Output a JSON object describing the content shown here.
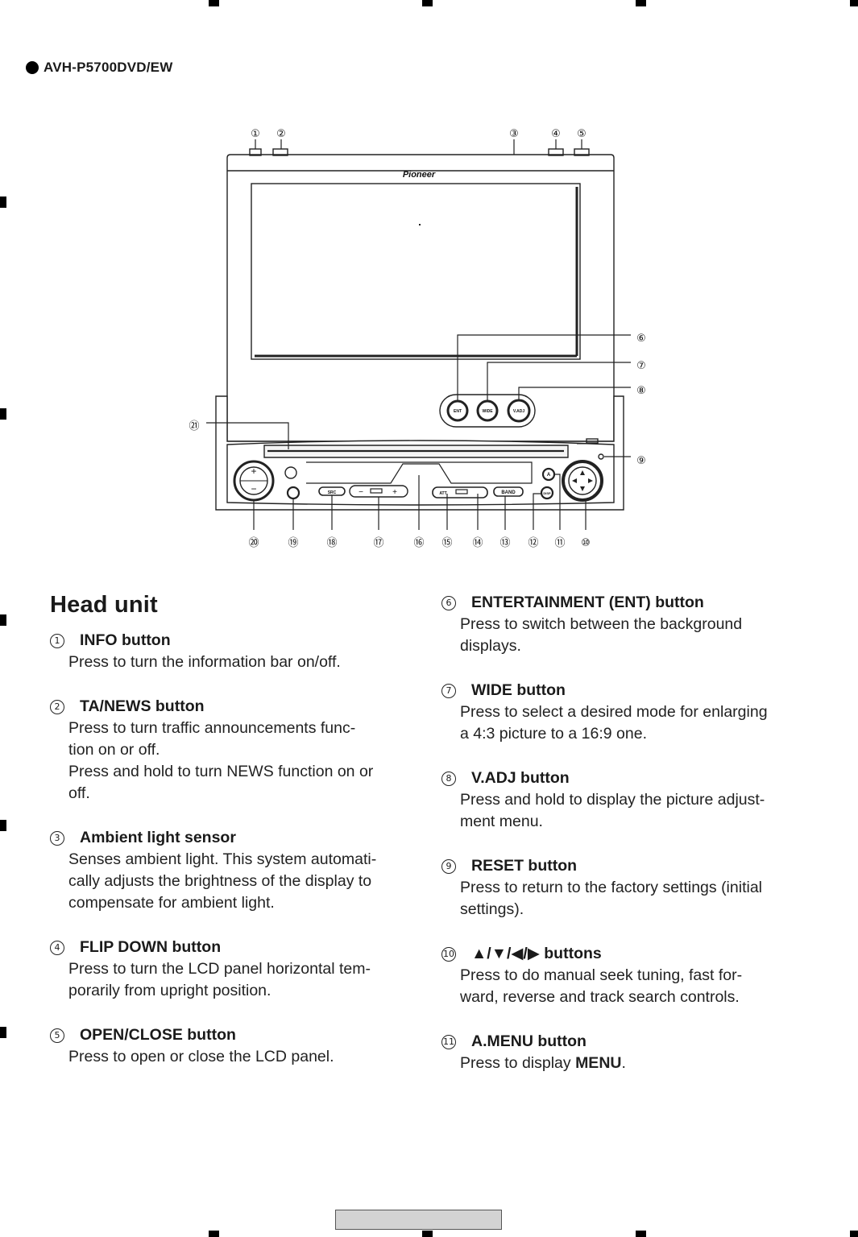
{
  "header": {
    "model": "AVH-P5700DVD/EW"
  },
  "device": {
    "brand": "Pioneer",
    "buttons": {
      "ent": "ENT",
      "wide": "WIDE",
      "vadj": "V.ADJ",
      "amenu": "A",
      "band": "BAND",
      "att": "ATT",
      "src": "SRC",
      "disp": "DISP"
    },
    "callouts": {
      "c1": "①",
      "c2": "②",
      "c3": "③",
      "c4": "④",
      "c5": "⑤",
      "c6": "⑥",
      "c7": "⑦",
      "c8": "⑧",
      "c9": "⑨",
      "c10": "⑩",
      "c11": "⑪",
      "c12": "⑫",
      "c13": "⑬",
      "c14": "⑭",
      "c15": "⑮",
      "c16": "⑯",
      "c17": "⑰",
      "c18": "⑱",
      "c19": "⑲",
      "c20": "⑳",
      "c21": "㉑"
    }
  },
  "section": {
    "title": "Head unit"
  },
  "left_items": [
    {
      "num": "1",
      "title": "INFO button",
      "desc": "Press to turn the information bar on/off."
    },
    {
      "num": "2",
      "title": "TA/NEWS button",
      "desc1": "Press to turn traffic announcements func-",
      "desc2": "tion on or off.",
      "desc3": "Press and hold to turn NEWS function on or",
      "desc4": "off."
    },
    {
      "num": "3",
      "title": "Ambient light sensor",
      "desc1": "Senses ambient light. This system automati-",
      "desc2": "cally adjusts the brightness of the display to",
      "desc3": "compensate for ambient light."
    },
    {
      "num": "4",
      "title": "FLIP DOWN button",
      "desc1": "Press to turn the LCD panel horizontal tem-",
      "desc2": "porarily from upright position."
    },
    {
      "num": "5",
      "title": "OPEN/CLOSE button",
      "desc": "Press to open or close the LCD panel."
    }
  ],
  "right_items": [
    {
      "num": "6",
      "title": "ENTERTAINMENT (ENT) button",
      "desc1": "Press to switch between the background",
      "desc2": "displays."
    },
    {
      "num": "7",
      "title": "WIDE button",
      "desc1": "Press to select a desired mode for enlarging",
      "desc2": "a 4:3 picture to a 16:9 one."
    },
    {
      "num": "8",
      "title": "V.ADJ button",
      "desc1": "Press and hold to display the picture adjust-",
      "desc2": "ment menu."
    },
    {
      "num": "9",
      "title": "RESET button",
      "desc1": "Press to return to the factory settings (initial",
      "desc2": "settings)."
    },
    {
      "num": "10",
      "title": "▲/▼/◀/▶ buttons",
      "desc1": "Press to do manual seek tuning, fast for-",
      "desc2": "ward, reverse and track search controls."
    },
    {
      "num": "11",
      "title": "A.MENU button",
      "desc_prefix": "Press to display ",
      "desc_bold": "MENU",
      "desc_suffix": "."
    }
  ]
}
